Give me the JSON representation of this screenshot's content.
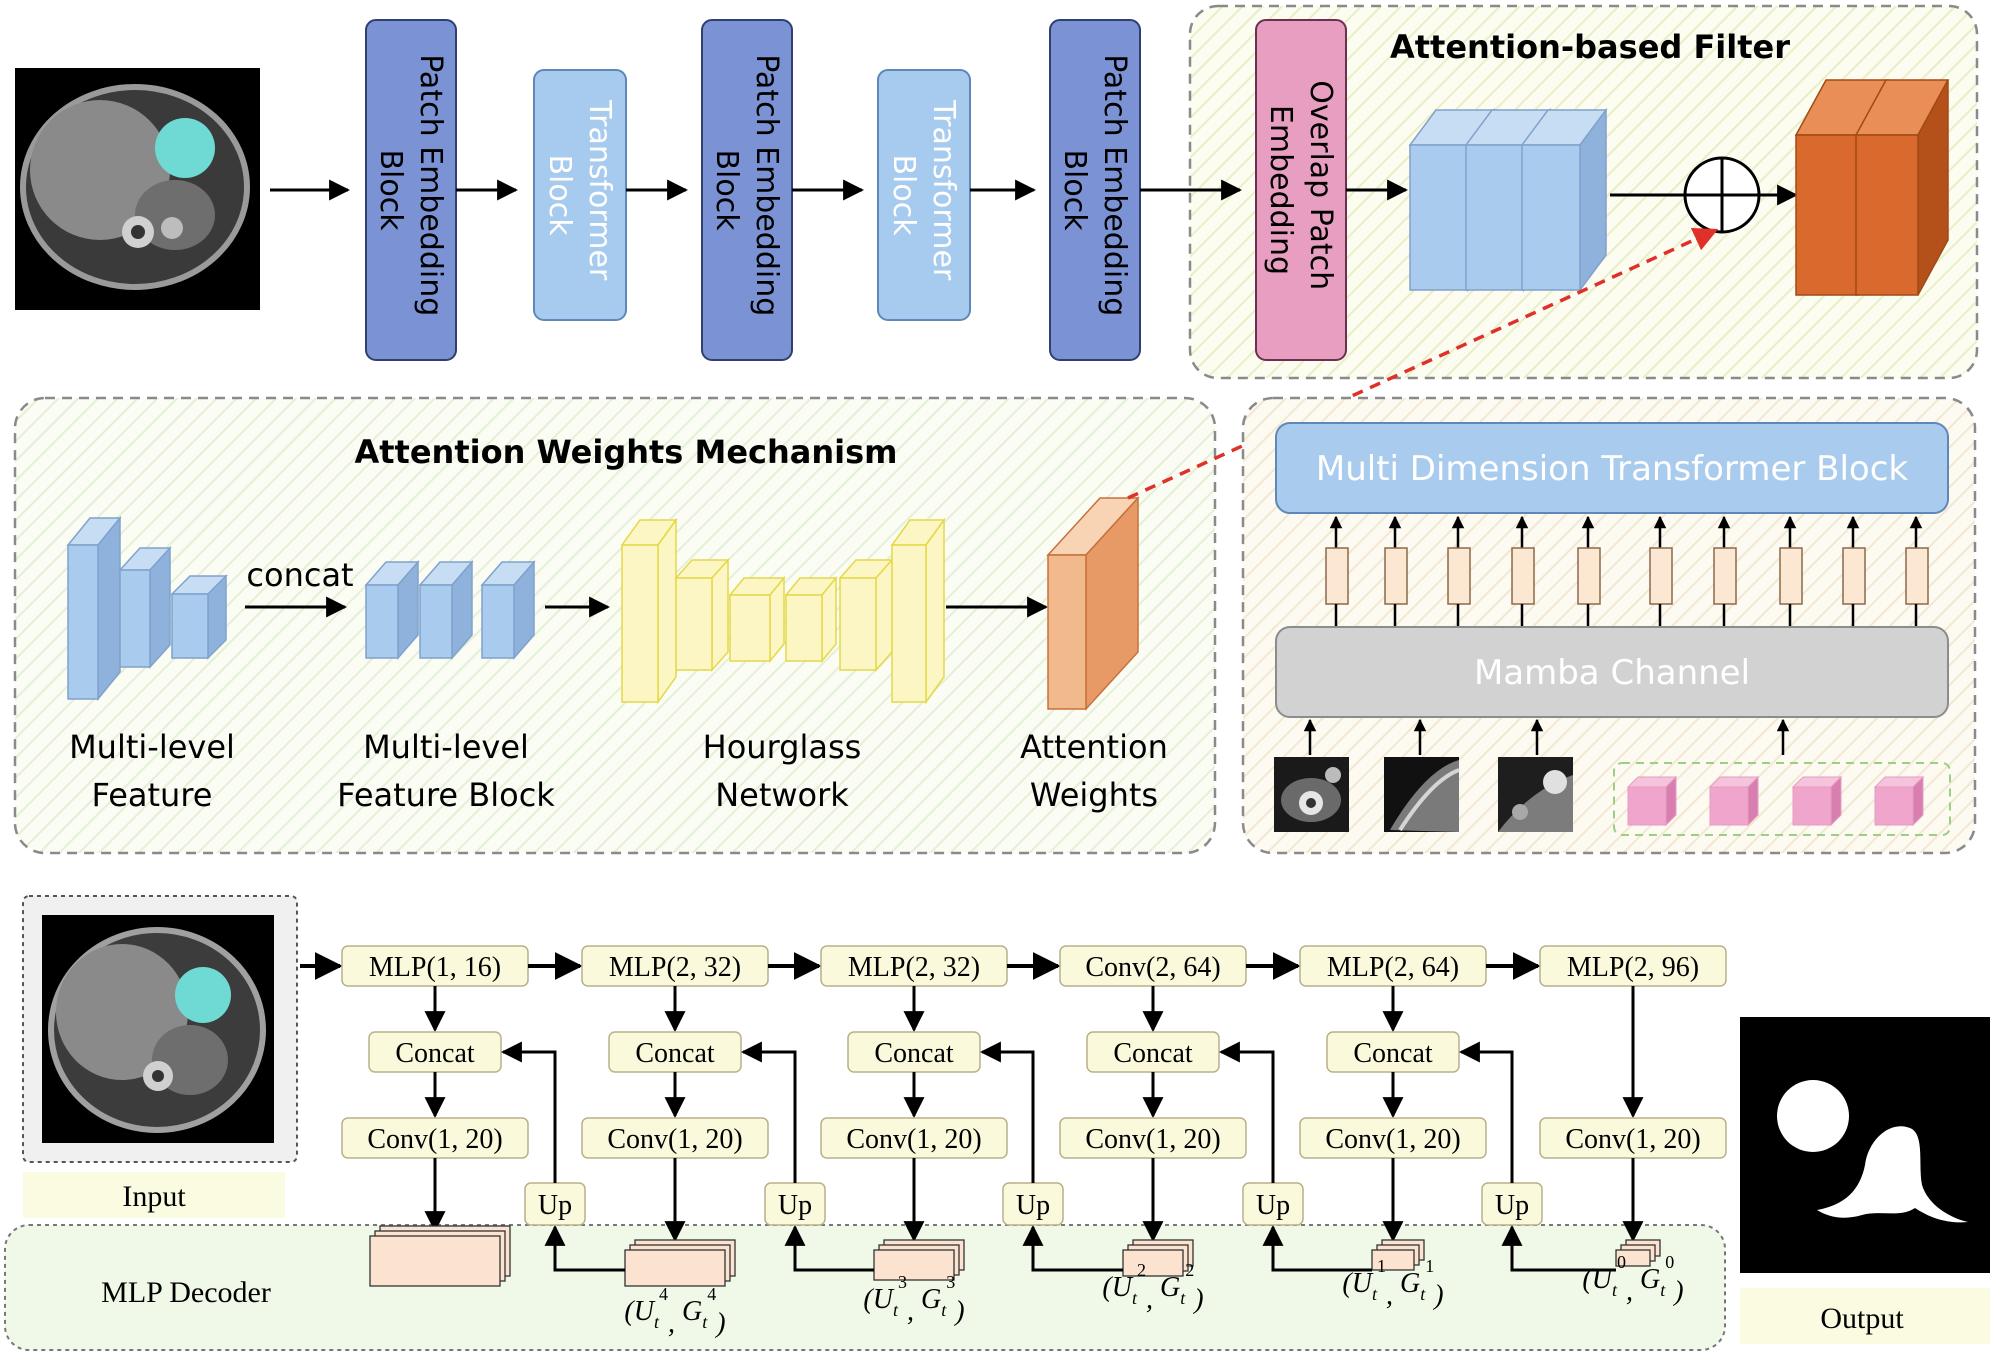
{
  "top_row": {
    "blocks": [
      {
        "line1": "Patch Embedding",
        "line2": "Block"
      },
      {
        "line1": "Transformer",
        "line2": "Block"
      },
      {
        "line1": "Patch Embedding",
        "line2": "Block"
      },
      {
        "line1": "Transformer",
        "line2": "Block"
      },
      {
        "line1": "Patch Embedding",
        "line2": "Block"
      }
    ]
  },
  "attention_filter": {
    "title": "Attention-based Filter",
    "overlap_line1": "Overlap Patch",
    "overlap_line2": "Embedding"
  },
  "awm": {
    "title": "Attention Weights Mechanism",
    "concat": "concat",
    "labels": [
      {
        "line1": "Multi-level",
        "line2": "Feature"
      },
      {
        "line1": "Multi-level",
        "line2": "Feature Block"
      },
      {
        "line1": "Hourglass",
        "line2": "Network"
      },
      {
        "line1": "Attention",
        "line2": "Weights"
      }
    ]
  },
  "mdt": {
    "block_label": "Multi Dimension Transformer Block",
    "mamba_label": "Mamba Channel"
  },
  "decoder": {
    "input_label": "Input",
    "output_label": "Output",
    "decoder_label": "MLP Decoder",
    "mlp_labels": [
      "MLP(1, 16)",
      "MLP(2, 32)",
      "MLP(2, 32)",
      "Conv(2, 64)",
      "MLP(2, 64)",
      "MLP(2, 96)"
    ],
    "concat_label": "Concat",
    "conv_label": "Conv(1, 20)",
    "up_label": "Up",
    "stage_outputs": [
      {
        "sup": "4"
      },
      {
        "sup": "3"
      },
      {
        "sup": "2"
      },
      {
        "sup": "1"
      },
      {
        "sup": "0"
      }
    ]
  },
  "colors": {
    "patch_block": "#7b93d4",
    "transformer_block": "#a7cbee",
    "overlap_block": "#e89ec0",
    "feature_blue": "#a9cbee",
    "orange_block": "#d9692c",
    "hourglass_yellow": "#fbf6c4",
    "attention_orange": "#f2b98c",
    "dashed_red": "#e0302a",
    "decoder_box": "#fbf9dc"
  }
}
